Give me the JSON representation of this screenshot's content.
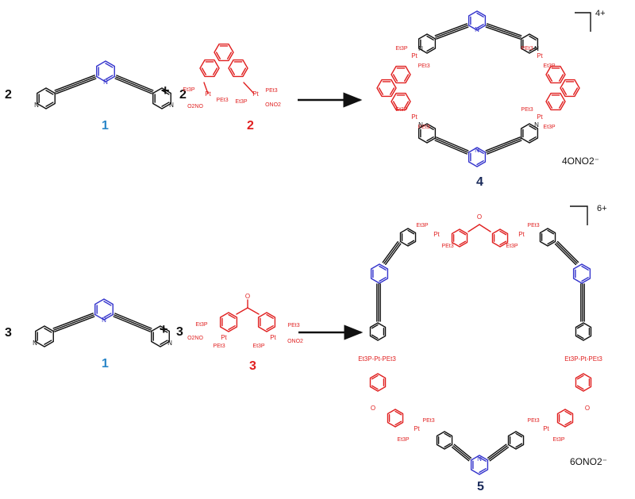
{
  "colors": {
    "ligand": "#3333cc",
    "metal": "#e02020",
    "text": "#111111",
    "label_ligand": "#2a86c8",
    "label_metal": "#e02020",
    "label_product": "#1a2a5a",
    "arrow": "#111111"
  },
  "reaction1": {
    "coef_ligand": "2",
    "coef_metal": "2",
    "plus": "+",
    "label_ligand": "1",
    "label_metal": "2",
    "metal_groups": [
      "Et3P",
      "PEt3",
      "O2NO",
      "PEt3",
      "Et3P",
      "ONO2"
    ],
    "product_charge": "4+",
    "product_label": "4",
    "counterion": "4ONO2⁻",
    "product_groups": [
      "Et3P",
      "PEt3",
      "PEt3",
      "Et3P",
      "Et3P",
      "PEt3",
      "PEt3",
      "Et3P"
    ]
  },
  "reaction2": {
    "coef_ligand": "3",
    "coef_metal": "3",
    "plus": "+",
    "label_ligand": "1",
    "label_metal": "3",
    "metal_groups": [
      "Et3P",
      "PEt3",
      "O2NO",
      "PEt3",
      "Et3P",
      "ONO2"
    ],
    "product_charge": "6+",
    "product_label": "5",
    "counterion": "6ONO2⁻",
    "product_groups": [
      "Et3P",
      "PEt3",
      "Et3P",
      "PEt3",
      "Et3P-Pt-PEt3",
      "Et3P-Pt-PEt3",
      "PEt3",
      "Et3P",
      "PEt3",
      "Et3P"
    ]
  },
  "atoms": {
    "nitrogen": "N",
    "platinum": "Pt",
    "oxygen": "O"
  }
}
